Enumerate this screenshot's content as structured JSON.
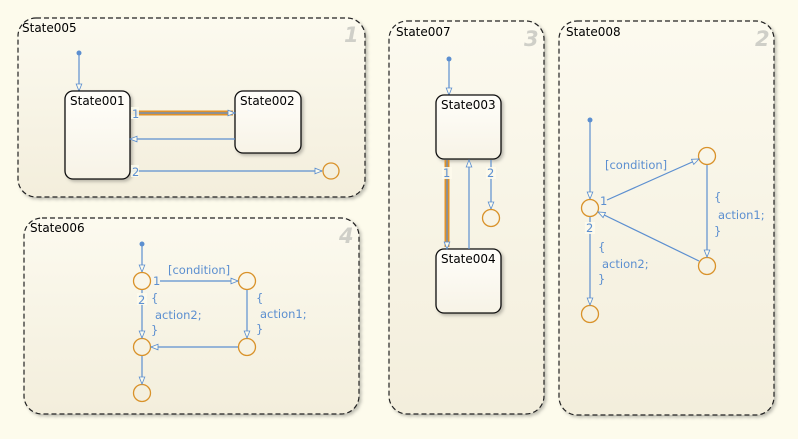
{
  "diagram": {
    "type": "stateflow-chart",
    "colors": {
      "background": "#fdfbec",
      "superstate_fill": "#f6f1e1",
      "transition": "#5c8fd0",
      "highlight_transition": "#e0922a",
      "junction": "#d9922a",
      "execution_order_text": "#cfcfc8"
    },
    "superstates": [
      {
        "id": "s005",
        "name": "State005",
        "execution_order": "1",
        "substates": [
          {
            "id": "s001",
            "name": "State001"
          },
          {
            "id": "s002",
            "name": "State002"
          }
        ],
        "transitions": [
          {
            "from": "default",
            "to": "State001",
            "label": ""
          },
          {
            "from": "State001",
            "to": "State002",
            "order": "1",
            "highlighted": true,
            "label": ""
          },
          {
            "from": "State002",
            "to": "State001",
            "label": ""
          },
          {
            "from": "State001",
            "to": "junction",
            "order": "2",
            "label": ""
          }
        ]
      },
      {
        "id": "s006",
        "name": "State006",
        "execution_order": "4",
        "junction_count": 5,
        "transitions": [
          {
            "from": "default",
            "to": "j1",
            "label": ""
          },
          {
            "from": "j1",
            "to": "j2",
            "order": "1",
            "label": "[condition]"
          },
          {
            "from": "j2",
            "to": "j3",
            "label_lines": [
              "{",
              "action1;",
              "}"
            ]
          },
          {
            "from": "j3",
            "to": "j4",
            "label": ""
          },
          {
            "from": "j1",
            "to": "j4",
            "order": "2",
            "label_lines": [
              "{",
              "action2;",
              "}"
            ]
          },
          {
            "from": "j4",
            "to": "j5",
            "label": ""
          }
        ]
      },
      {
        "id": "s007",
        "name": "State007",
        "execution_order": "3",
        "substates": [
          {
            "id": "s003",
            "name": "State003"
          },
          {
            "id": "s004",
            "name": "State004"
          }
        ],
        "transitions": [
          {
            "from": "default",
            "to": "State003",
            "label": ""
          },
          {
            "from": "State003",
            "to": "State004",
            "order": "1",
            "highlighted": true,
            "label": ""
          },
          {
            "from": "State004",
            "to": "State003",
            "label": ""
          },
          {
            "from": "State003",
            "to": "junction",
            "order": "2",
            "label": ""
          }
        ]
      },
      {
        "id": "s008",
        "name": "State008",
        "execution_order": "2",
        "junction_count": 4,
        "transitions": [
          {
            "from": "default",
            "to": "j1",
            "label": ""
          },
          {
            "from": "j1",
            "to": "j2",
            "order": "1",
            "label": "[condition]"
          },
          {
            "from": "j2",
            "to": "j3",
            "label_lines": [
              "{",
              "action1;",
              "}"
            ]
          },
          {
            "from": "j3",
            "to": "j1",
            "label": ""
          },
          {
            "from": "j1",
            "to": "j4",
            "order": "2",
            "label_lines": [
              "{",
              "action2;",
              "}"
            ]
          }
        ]
      }
    ]
  }
}
